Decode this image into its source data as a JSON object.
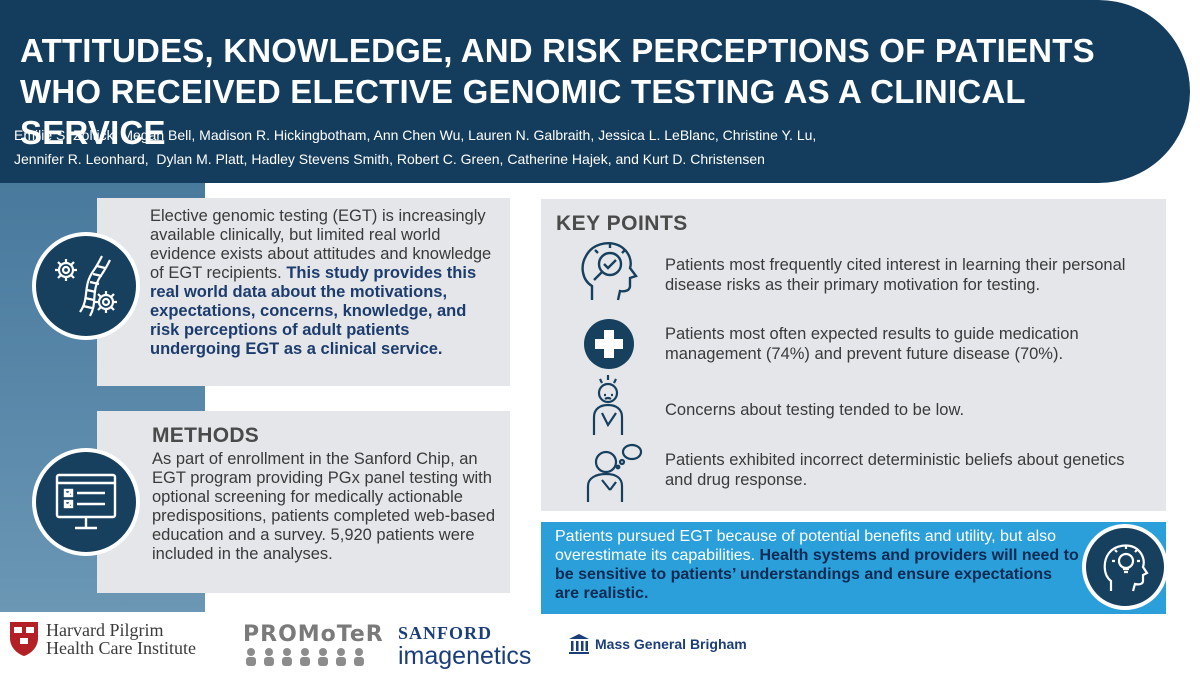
{
  "header": {
    "title_line1": "ATTITUDES, KNOWLEDGE, AND RISK PERCEPTIONS OF PATIENTS",
    "title_line2": "WHO RECEIVED ELECTIVE GENOMIC TESTING AS A CLINICAL SERVICE",
    "authors_line1": "Emilie S. Zoltick, Megan Bell, Madison R. Hickingbotham, Ann Chen Wu, Lauren N. Galbraith, Jessica L. LeBlanc, Christine Y. Lu,",
    "authors_line2": "Jennifer R. Leonhard,  Dylan M. Platt, Hadley Stevens Smith, Robert C. Green, Catherine Hajek, and Kurt D. Christensen"
  },
  "intro": {
    "text_regular": "Elective genomic testing (EGT) is increasingly available clinically, but limited real world evidence exists about attitudes and knowledge of EGT recipients. ",
    "text_bold": "This study provides this real world data about the motivations, expectations, concerns, knowledge, and risk perceptions of adult patients undergoing EGT as a clinical service.",
    "icon": "dna-gears-icon"
  },
  "methods": {
    "heading": "METHODS",
    "text": "As part of enrollment in the Sanford Chip, an EGT program providing PGx panel testing with optional screening for medically actionable predispositions, patients completed web-based education and a survey.  5,920 patients were included in the analyses.",
    "icon": "computer-checklist-icon"
  },
  "key_points": {
    "heading": "KEY POINTS",
    "items": [
      {
        "text": "Patients most frequently cited interest in learning their personal disease risks as their primary motivation for testing.",
        "icon": "head-magnifier-icon"
      },
      {
        "text": "Patients most often expected results to guide medication management (74%) and prevent future disease (70%).",
        "icon": "medical-cross-icon"
      },
      {
        "text": "Concerns about testing tended to be low.",
        "icon": "worried-person-icon"
      },
      {
        "text": "Patients exhibited incorrect deterministic beliefs about genetics and drug response.",
        "icon": "thinking-person-icon"
      }
    ]
  },
  "summary": {
    "text_regular": "Patients pursued EGT because of potential benefits and utility, but also overestimate its capabilities. ",
    "text_bold": "Health systems and providers will need to be sensitive to patients’ understandings and ensure expectations are realistic.",
    "icon": "head-lightbulb-icon"
  },
  "footer": {
    "harvard_line1": "Harvard Pilgrim",
    "harvard_line2": "Health Care Institute",
    "promoter": "PROMoTeR",
    "sanford_top": "SANFORD",
    "sanford_bottom": "imagenetics",
    "mgb": "Mass General Brigham"
  },
  "colors": {
    "header_navy": "#143c5c",
    "accent_blue": "#2a9fd9",
    "box_gray": "#e4e6e9",
    "bold_navy": "#1d3c6e"
  }
}
